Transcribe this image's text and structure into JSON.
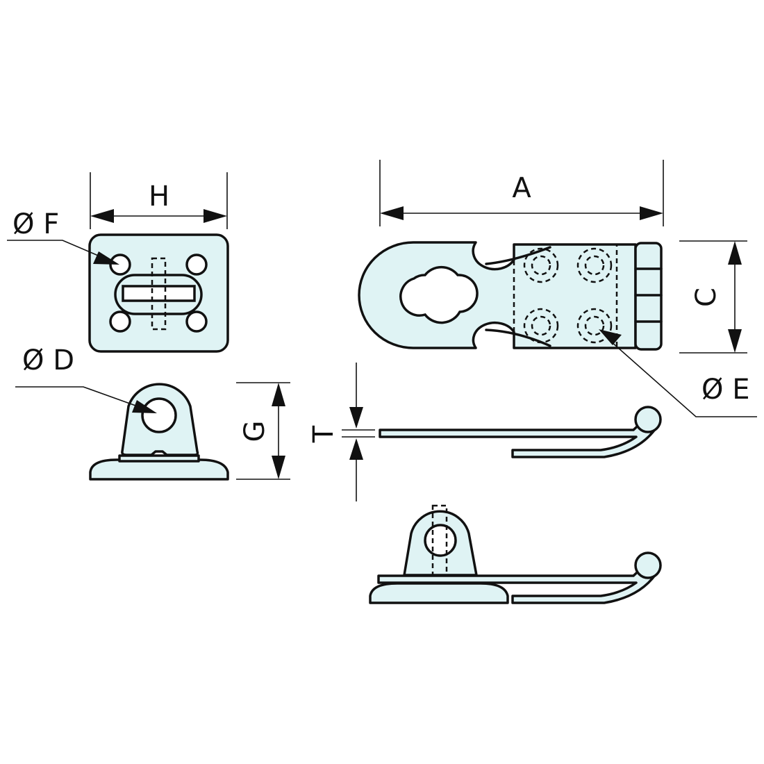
{
  "colors": {
    "part_fill": "#dff3f4",
    "line": "#111111"
  },
  "labels": {
    "H": "H",
    "A": "A",
    "C": "C",
    "G": "G",
    "T": "T",
    "F": "Ø F",
    "D": "Ø D",
    "E": "Ø E"
  }
}
